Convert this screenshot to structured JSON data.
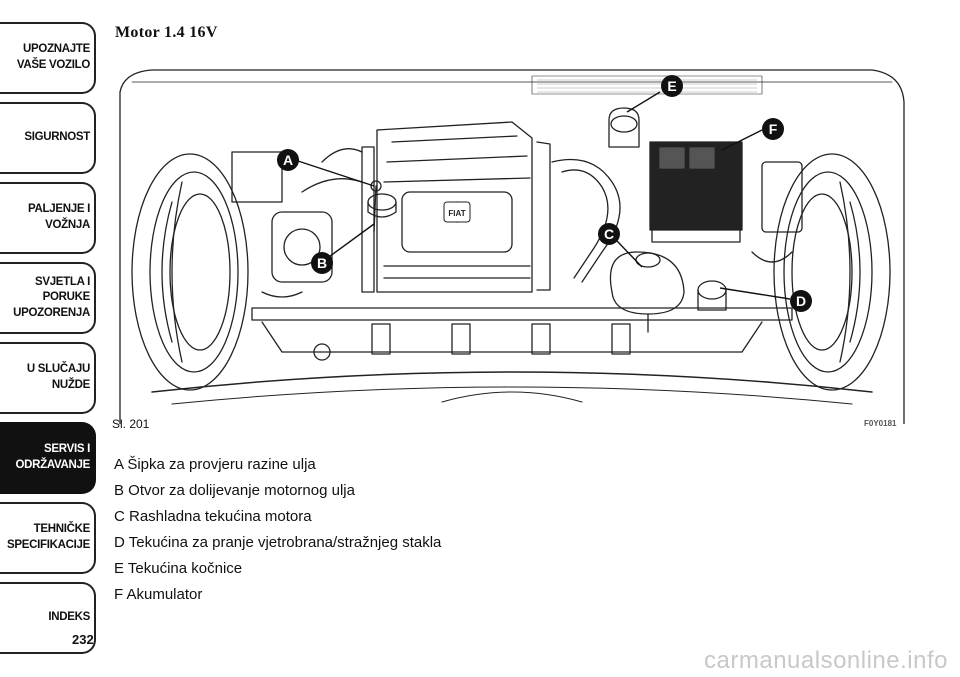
{
  "sidebar": {
    "tabs": [
      {
        "label": "UPOZNAJTE\nVAŠE VOZILO",
        "active": false
      },
      {
        "label": "SIGURNOST",
        "active": false
      },
      {
        "label": "PALJENJE I\nVOŽNJA",
        "active": false
      },
      {
        "label": "SVJETLA I PORUKE\nUPOZORENJA",
        "active": false
      },
      {
        "label": "U SLUČAJU\nNUŽDE",
        "active": false
      },
      {
        "label": "SERVIS I\nODRŽAVANJE",
        "active": true
      },
      {
        "label": "TEHNIČKE\nSPECIFIKACIJE",
        "active": false
      },
      {
        "label": "INDEKS",
        "active": false
      }
    ]
  },
  "page_number": "232",
  "title": "Motor 1.4 16V",
  "figure": {
    "caption": "Sl. 201",
    "code": "F0Y0181",
    "callouts": [
      "A",
      "B",
      "C",
      "D",
      "E",
      "F"
    ],
    "badge_text": "FIAT"
  },
  "legend": [
    "A Šipka za provjeru razine ulja",
    "B Otvor za dolijevanje motornog ulja",
    "C Rashladna tekućina motora",
    "D Tekućina za pranje vjetrobrana/stražnjeg stakla",
    "E Tekućina kočnice",
    "F Akumulator"
  ],
  "watermark": "carmanualsonline.info",
  "colors": {
    "tab_active_bg": "#111111",
    "line": "#222222"
  }
}
